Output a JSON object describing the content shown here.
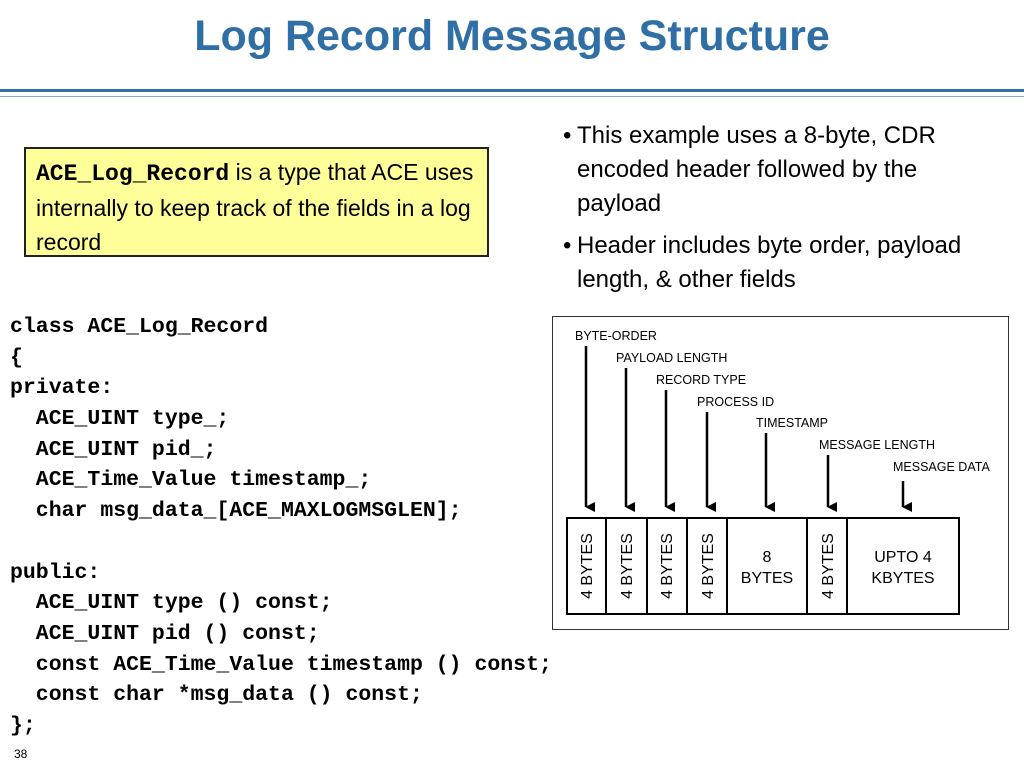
{
  "slide": {
    "title": "Log Record Message Structure",
    "page_number": "38"
  },
  "callout": {
    "code_term": "ACE_Log_Record",
    "text": " is a type that ACE uses internally to keep track of the fields in a log record"
  },
  "bullets": [
    {
      "marker": "•",
      "text": "This example uses a 8-byte, CDR encoded header followed by the payload"
    },
    {
      "marker": "•",
      "text": "Header includes byte order, payload length, & other fields"
    }
  ],
  "code_lines": [
    "class ACE_Log_Record",
    "{",
    "private:",
    "  ACE_UINT type_;",
    "  ACE_UINT pid_;",
    "  ACE_Time_Value timestamp_;",
    "  char msg_data_[ACE_MAXLOGMSGLEN];",
    "",
    "public:",
    "  ACE_UINT type () const;",
    "  ACE_UINT pid () const;",
    "  const ACE_Time_Value timestamp () const;",
    "  const char *msg_data () const;",
    "};"
  ],
  "diagram": {
    "field_labels": [
      "BYTE-ORDER",
      "PAYLOAD LENGTH",
      "RECORD TYPE",
      "PROCESS ID",
      "TIMESTAMP",
      "MESSAGE LENGTH",
      "MESSAGE DATA"
    ],
    "cells": [
      {
        "text": "4 BYTES",
        "vertical": true
      },
      {
        "text": "4 BYTES",
        "vertical": true
      },
      {
        "text": "4 BYTES",
        "vertical": true
      },
      {
        "text": "4 BYTES",
        "vertical": true
      },
      {
        "text": "8",
        "text2": "BYTES",
        "vertical": false
      },
      {
        "text": "4 BYTES",
        "vertical": true
      },
      {
        "text": "UPTO 4",
        "text2": "KBYTES",
        "vertical": false
      }
    ]
  }
}
